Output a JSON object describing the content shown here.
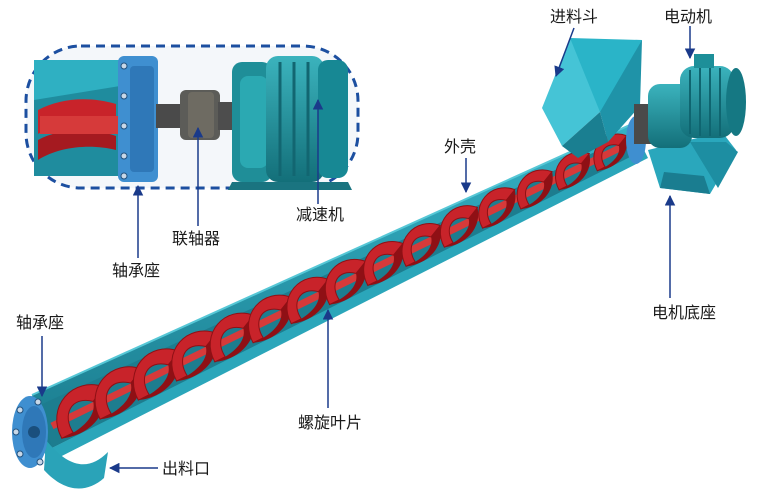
{
  "labels": {
    "hopper": "进料斗",
    "motor": "电动机",
    "shell": "外壳",
    "reducer": "减速机",
    "coupling": "联轴器",
    "bearing_top": "轴承座",
    "bearing_bottom": "轴承座",
    "motor_base": "电机底座",
    "blade": "螺旋叶片",
    "outlet": "出料口"
  },
  "colors": {
    "trough": "#2aa3b8",
    "trough_dark": "#1b7e93",
    "trough_inner": "#1d7d8f",
    "blade": "#c8232a",
    "blade_dark": "#8f1015",
    "shaft": "#d63a3a",
    "flange": "#3f8fd0",
    "motor": "#1f8e98",
    "inset_border": "#1c4fa0"
  },
  "icons": [
    "arrow-pointer-icon"
  ]
}
